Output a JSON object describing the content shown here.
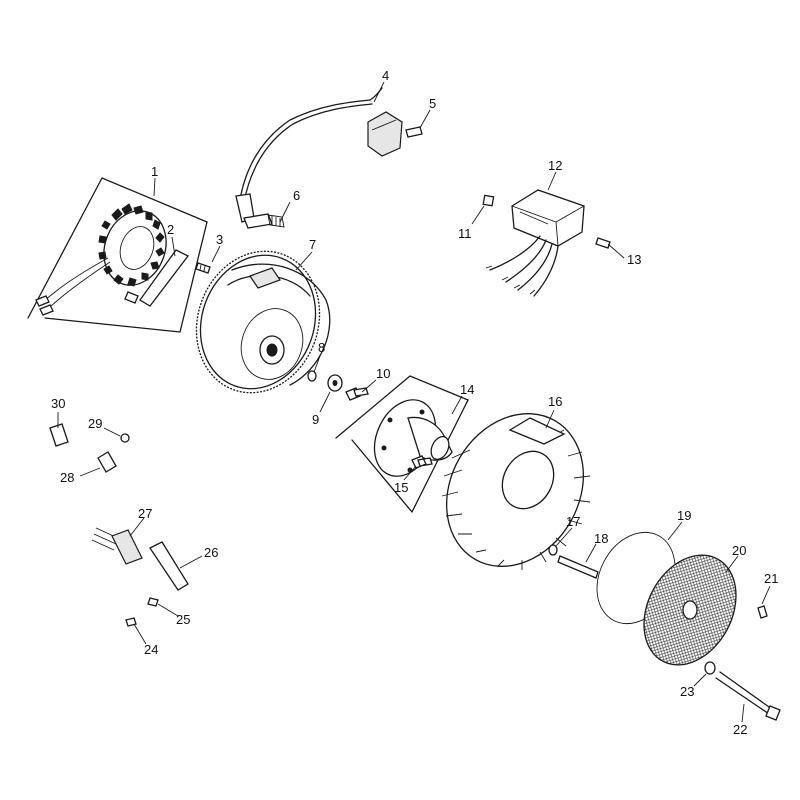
{
  "diagram": {
    "labels": [
      {
        "id": "1",
        "text": "1"
      },
      {
        "id": "2",
        "text": "2"
      },
      {
        "id": "3",
        "text": "3"
      },
      {
        "id": "4",
        "text": "4"
      },
      {
        "id": "5",
        "text": "5"
      },
      {
        "id": "6",
        "text": "6"
      },
      {
        "id": "7",
        "text": "7"
      },
      {
        "id": "8",
        "text": "8"
      },
      {
        "id": "9",
        "text": "9"
      },
      {
        "id": "10",
        "text": "10"
      },
      {
        "id": "11",
        "text": "11"
      },
      {
        "id": "12",
        "text": "12"
      },
      {
        "id": "13",
        "text": "13"
      },
      {
        "id": "14",
        "text": "14"
      },
      {
        "id": "15",
        "text": "15"
      },
      {
        "id": "16",
        "text": "16"
      },
      {
        "id": "17",
        "text": "17"
      },
      {
        "id": "18",
        "text": "18"
      },
      {
        "id": "19",
        "text": "19"
      },
      {
        "id": "20",
        "text": "20"
      },
      {
        "id": "21",
        "text": "21"
      },
      {
        "id": "22",
        "text": "22"
      },
      {
        "id": "23",
        "text": "23"
      },
      {
        "id": "24",
        "text": "24"
      },
      {
        "id": "25",
        "text": "25"
      },
      {
        "id": "26",
        "text": "26"
      },
      {
        "id": "27",
        "text": "27"
      },
      {
        "id": "28",
        "text": "28"
      },
      {
        "id": "29",
        "text": "29"
      },
      {
        "id": "30",
        "text": "30"
      }
    ]
  }
}
